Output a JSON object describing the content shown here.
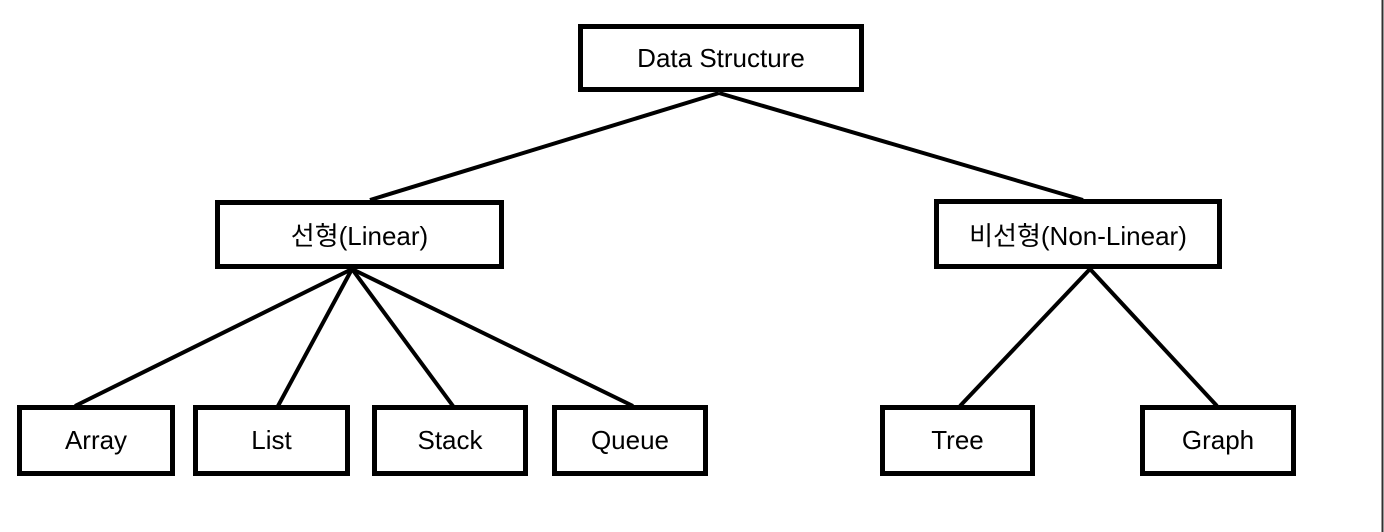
{
  "diagram": {
    "type": "tree-diagram",
    "title": "Data Structure",
    "nodes": {
      "root": {
        "label": "Data Structure"
      },
      "linear": {
        "label": "선형(Linear)"
      },
      "nonlinear": {
        "label": "비선형(Non-Linear)"
      },
      "array": {
        "label": "Array"
      },
      "list": {
        "label": "List"
      },
      "stack": {
        "label": "Stack"
      },
      "queue": {
        "label": "Queue"
      },
      "tree": {
        "label": "Tree"
      },
      "graph": {
        "label": "Graph"
      }
    },
    "edges": [
      {
        "from": "root",
        "to": "linear"
      },
      {
        "from": "root",
        "to": "nonlinear"
      },
      {
        "from": "linear",
        "to": "array"
      },
      {
        "from": "linear",
        "to": "list"
      },
      {
        "from": "linear",
        "to": "stack"
      },
      {
        "from": "linear",
        "to": "queue"
      },
      {
        "from": "nonlinear",
        "to": "tree"
      },
      {
        "from": "nonlinear",
        "to": "graph"
      }
    ],
    "colors": {
      "background": "#ffffff",
      "box_border": "#000000",
      "text": "#000000",
      "connector": "#000000",
      "window_edge": "#303030"
    }
  }
}
